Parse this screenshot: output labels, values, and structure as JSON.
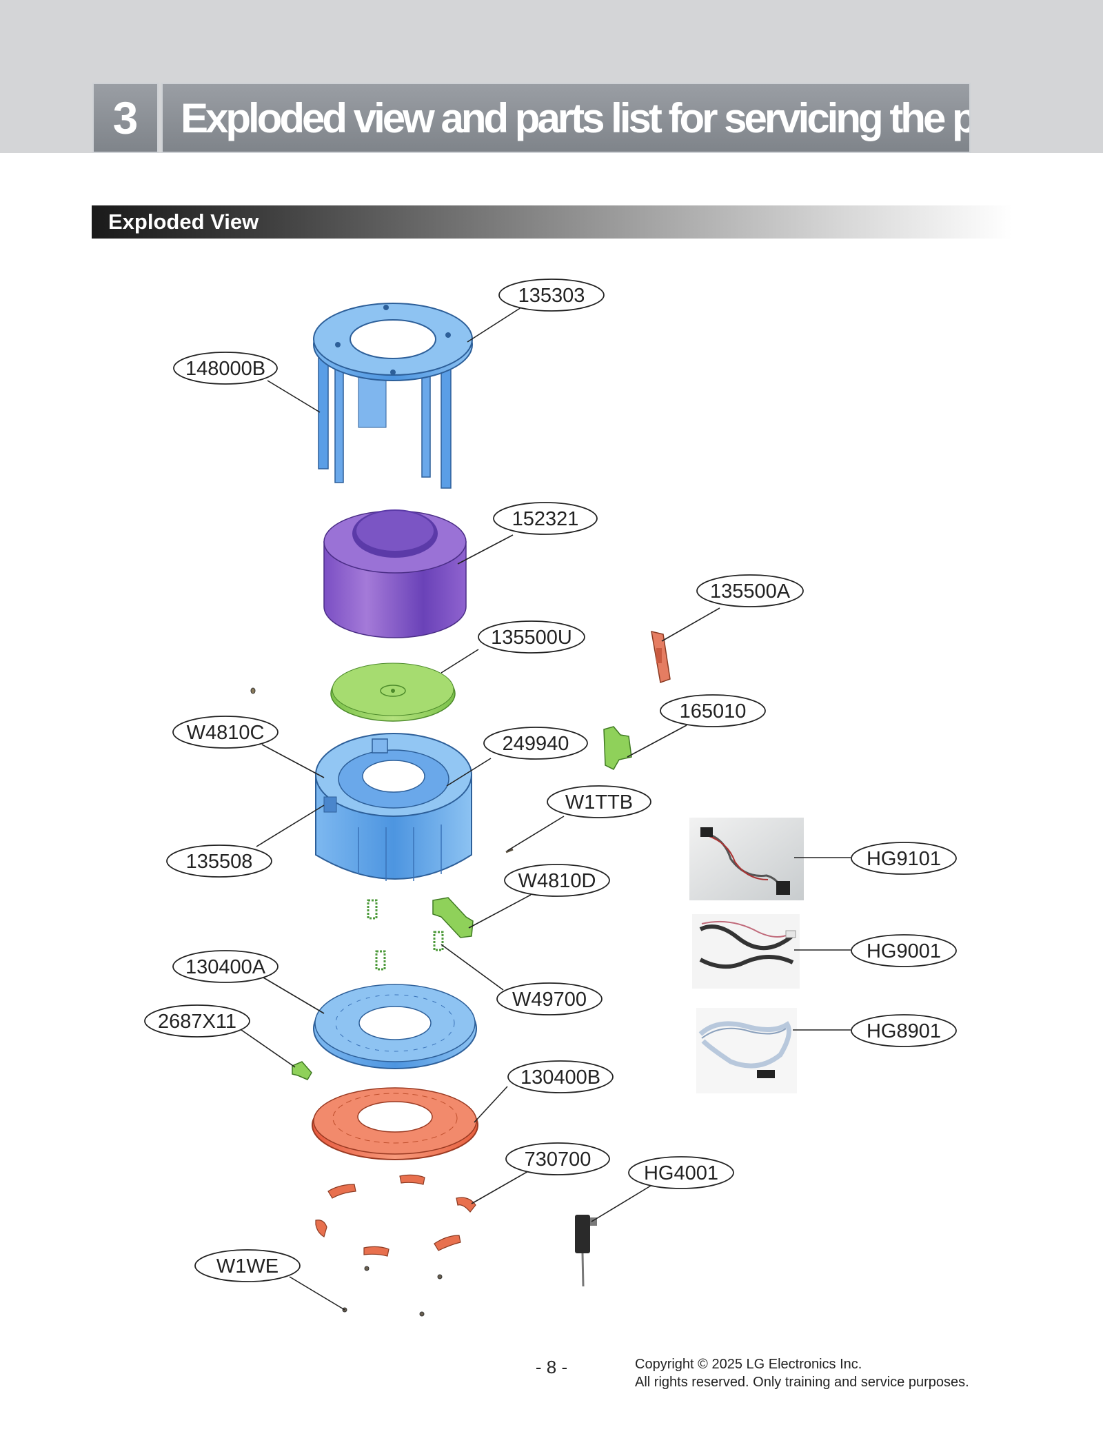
{
  "header": {
    "section_number": "3",
    "section_title": "Exploded view and parts list for servicing the product"
  },
  "subheader": {
    "title": "Exploded View"
  },
  "callouts": {
    "c135303": "135303",
    "c148000B": "148000B",
    "c152321": "152321",
    "c135500A": "135500A",
    "c135500U": "135500U",
    "c165010": "165010",
    "cW4810C": "W4810C",
    "c249940": "249940",
    "cW1TTB": "W1TTB",
    "c135508": "135508",
    "cHG9101": "HG9101",
    "cW4810D": "W4810D",
    "cHG9001": "HG9001",
    "c130400A": "130400A",
    "cW49700": "W49700",
    "c2687X11": "2687X11",
    "cHG8901": "HG8901",
    "c130400B": "130400B",
    "c730700": "730700",
    "cHG4001": "HG4001",
    "cW1WE": "W1WE"
  },
  "footer": {
    "page_number": "- 8 -",
    "copyright_line1": "Copyright © 2025 LG Electronics Inc.",
    "copyright_line2": "All rights reserved. Only training and service purposes."
  },
  "colors": {
    "frame_blue": "#5aa0e6",
    "tank_purple": "#8a5cc9",
    "plate_green": "#8fd15a",
    "base_orange": "#f07a5a",
    "label_stroke": "#222222"
  }
}
